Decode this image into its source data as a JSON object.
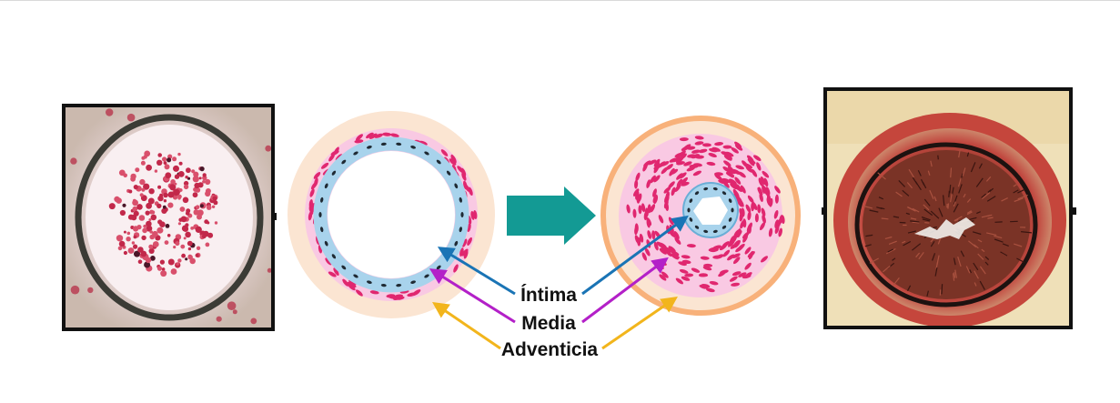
{
  "labels": {
    "intima": "Íntima",
    "media": "Media",
    "adventicia": "Adventicia"
  },
  "colors": {
    "intima_arrow": "#1a74b5",
    "media_arrow": "#b320c8",
    "adventicia_arrow": "#f2b51c",
    "big_arrow": "#139a94",
    "adventitia_layer": "#fbe5d2",
    "media_layer": "#f9c9e3",
    "intima_layer": "#a8d3ec",
    "smooth_muscle_cells": "#e0276f"
  },
  "icons": {
    "left_photo": "histology-normal-vessel",
    "right_photo": "histology-occluded-vessel",
    "transition": "right-arrow-icon"
  }
}
